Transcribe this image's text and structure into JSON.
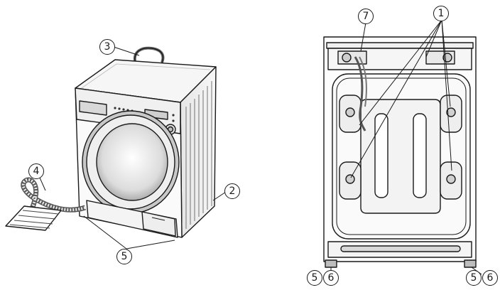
{
  "callouts": {
    "one": "1",
    "two": "2",
    "three": "3",
    "four": "4",
    "five": "5",
    "six": "6",
    "seven": "7"
  },
  "colors": {
    "line": "#1a1a1a",
    "fill_light": "#f2f2f2",
    "fill_mid": "#d9d9d9",
    "fill_dark": "#9a9a9a",
    "background": "#ffffff"
  }
}
